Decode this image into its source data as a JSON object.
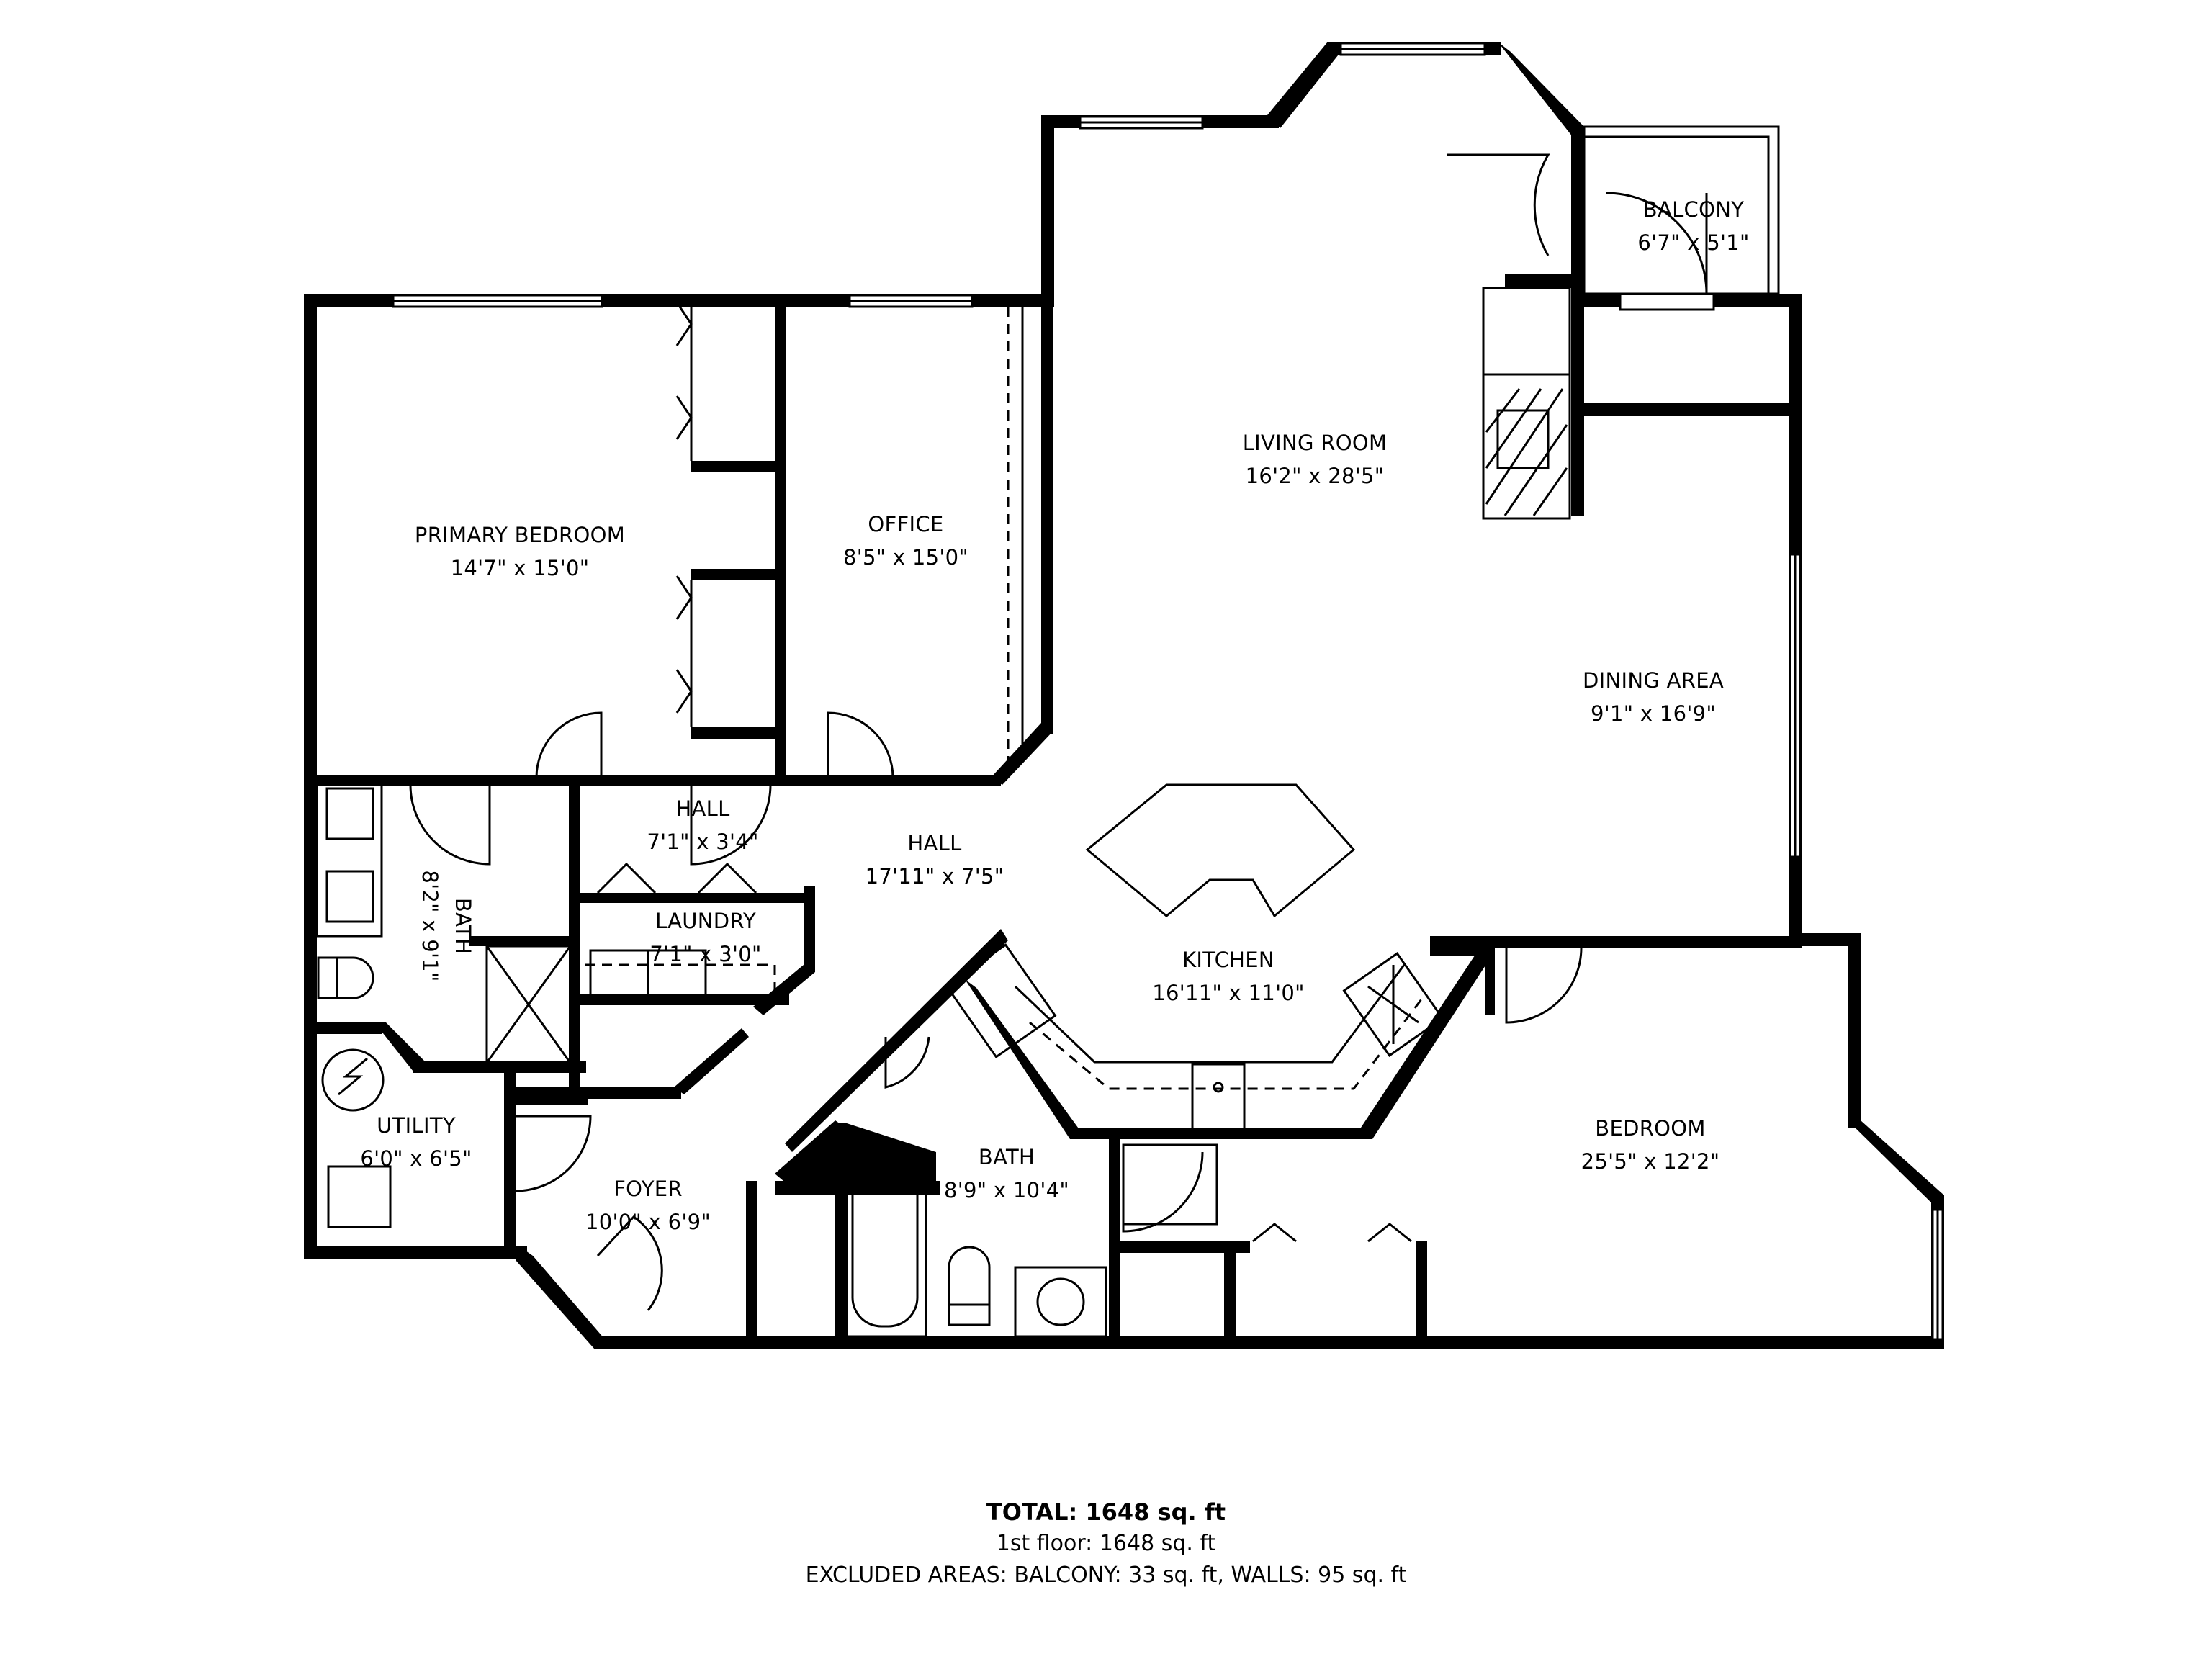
{
  "floorplan": {
    "rooms": [
      {
        "id": "primary-bedroom",
        "name": "PRIMARY BEDROOM",
        "dims": "14'7\" x 15'0\""
      },
      {
        "id": "office",
        "name": "OFFICE",
        "dims": "8'5\" x 15'0\""
      },
      {
        "id": "living-room",
        "name": "LIVING ROOM",
        "dims": "16'2\" x 28'5\""
      },
      {
        "id": "balcony",
        "name": "BALCONY",
        "dims": "6'7\" x 5'1\""
      },
      {
        "id": "dining-area",
        "name": "DINING AREA",
        "dims": "9'1\" x 16'9\""
      },
      {
        "id": "hall-small",
        "name": "HALL",
        "dims": "7'1\" x 3'4\""
      },
      {
        "id": "hall-large",
        "name": "HALL",
        "dims": "17'11\" x 7'5\""
      },
      {
        "id": "laundry",
        "name": "LAUNDRY",
        "dims": "7'1\" x 3'0\""
      },
      {
        "id": "bath-primary",
        "name": "BATH",
        "dims": "8'2\" x 9'1\""
      },
      {
        "id": "kitchen",
        "name": "KITCHEN",
        "dims": "16'11\" x 11'0\""
      },
      {
        "id": "utility",
        "name": "UTILITY",
        "dims": "6'0\" x 6'5\""
      },
      {
        "id": "foyer",
        "name": "FOYER",
        "dims": "10'0\" x 6'9\""
      },
      {
        "id": "bath-second",
        "name": "BATH",
        "dims": "8'9\" x 10'4\""
      },
      {
        "id": "bedroom",
        "name": "BEDROOM",
        "dims": "25'5\" x 12'2\""
      }
    ],
    "fixture_icons": [
      "door-swing-icon",
      "window-icon",
      "sink-icon",
      "toilet-icon",
      "bathtub-icon",
      "shower-icon",
      "stove-icon",
      "water-heater-icon",
      "fireplace-icon",
      "washer-dryer-icon",
      "kitchen-island-icon"
    ],
    "colors": {
      "wall": "#000000",
      "background": "#ffffff"
    }
  },
  "summary": {
    "total": "TOTAL: 1648 sq. ft",
    "floor": "1st floor: 1648 sq. ft",
    "excluded": "EXCLUDED AREAS: BALCONY: 33 sq. ft, WALLS: 95 sq. ft"
  }
}
